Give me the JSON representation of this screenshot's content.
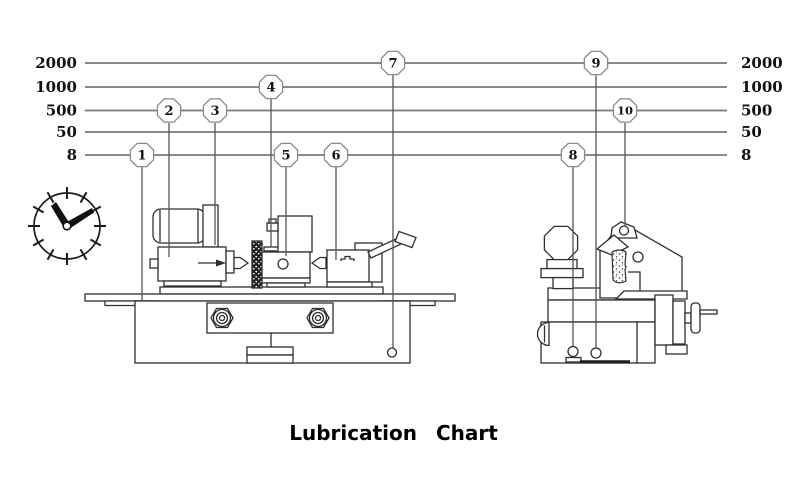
{
  "title": {
    "word1": "Lubrication",
    "word2": "Chart"
  },
  "intervals": [
    "2000",
    "1000",
    "500",
    "50",
    "8"
  ],
  "callouts": [
    {
      "number": "1",
      "interval": "8"
    },
    {
      "number": "2",
      "interval": "500"
    },
    {
      "number": "3",
      "interval": "500"
    },
    {
      "number": "4",
      "interval": "1000"
    },
    {
      "number": "5",
      "interval": "8"
    },
    {
      "number": "6",
      "interval": "8"
    },
    {
      "number": "7",
      "interval": "2000"
    },
    {
      "number": "8",
      "interval": "8"
    },
    {
      "number": "9",
      "interval": "2000"
    },
    {
      "number": "10",
      "interval": "500"
    }
  ],
  "icons": {
    "clock": "analog-clock-icon"
  },
  "colors": {
    "background": "#ffffff",
    "interval_line": "#787878",
    "leader_line": "#555555",
    "drawing_line": "#2f2f2f",
    "text": "#111111"
  }
}
